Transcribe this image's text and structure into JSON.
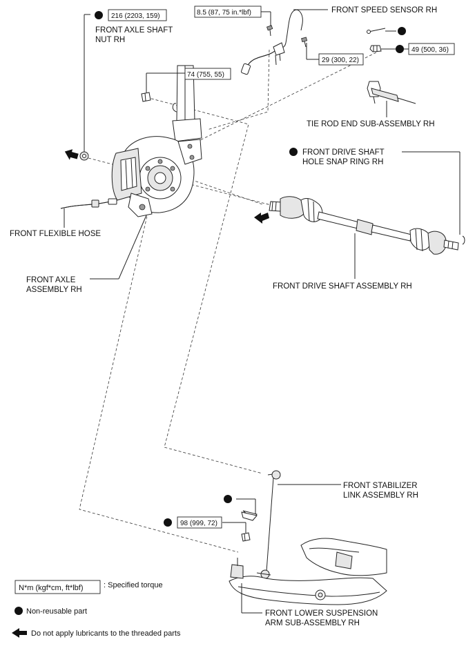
{
  "labels": {
    "axle_nut": [
      "FRONT AXLE SHAFT",
      "NUT RH"
    ],
    "speed_sensor": "FRONT SPEED SENSOR RH",
    "tie_rod": "TIE ROD END SUB-ASSEMBLY RH",
    "snap_ring": [
      "FRONT DRIVE SHAFT",
      "HOLE SNAP RING RH"
    ],
    "flex_hose": "FRONT FLEXIBLE HOSE",
    "axle_assy": [
      "FRONT AXLE",
      "ASSEMBLY RH"
    ],
    "drive_shaft": "FRONT DRIVE SHAFT ASSEMBLY RH",
    "stab_link": [
      "FRONT STABILIZER",
      "LINK ASSEMBLY RH"
    ],
    "lower_arm": [
      "FRONT LOWER SUSPENSION",
      "ARM SUB-ASSEMBLY RH"
    ]
  },
  "torques": {
    "axle_nut": "216 (2203, 159)",
    "sensor_bolt": "8.5 (87, 75 in.*lbf)",
    "sensor_bolt2": "29 (300, 22)",
    "tie_rod_nut": "49 (500, 36)",
    "bracket_bolt": "74 (755, 55)",
    "ball_joint_nut": "98 (999, 72)"
  },
  "legend": {
    "torque_box": "N*m (kgf*cm, ft*lbf)",
    "torque_text": ": Specified torque",
    "nonreusable_text": "Non-reusable part",
    "arrow_text": "Do not apply lubricants to the threaded parts"
  }
}
